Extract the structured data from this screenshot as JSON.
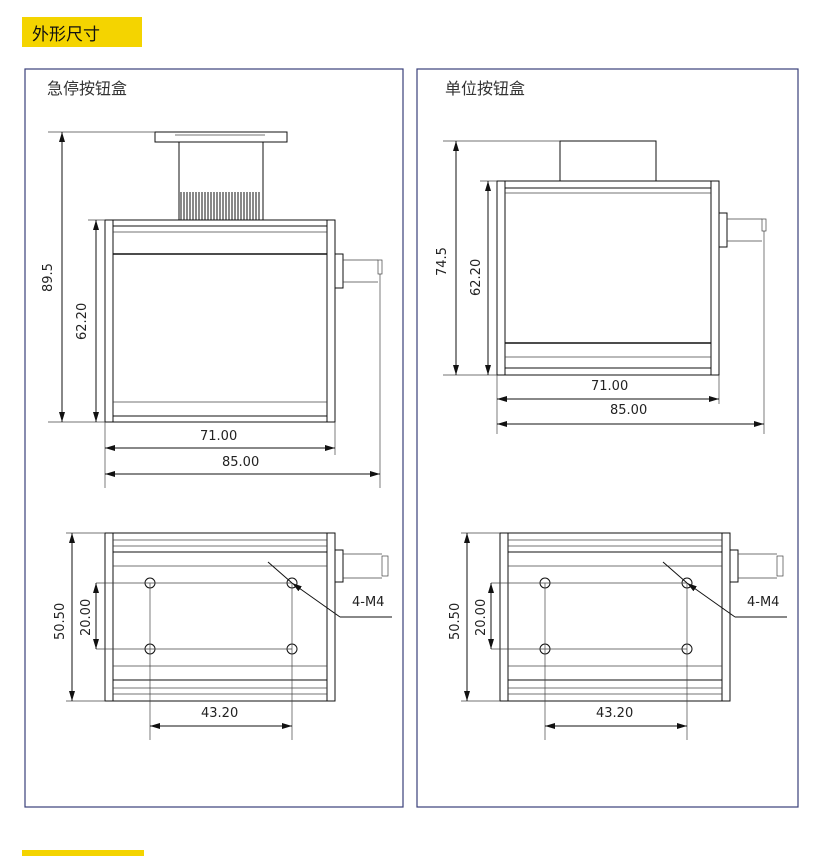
{
  "header": {
    "title": "外形尺寸"
  },
  "panels": [
    {
      "title": "急停按钮盒",
      "dims": {
        "total_height": "89.5",
        "body_height": "62.20",
        "inner_width": "71.00",
        "outer_width": "85.00",
        "bottom_height": "50.50",
        "hole_spacing_v": "20.00",
        "hole_spacing_h": "43.20",
        "hole_label": "4-M4"
      }
    },
    {
      "title": "单位按钮盒",
      "dims": {
        "total_height": "74.5",
        "body_height": "62.20",
        "inner_width": "71.00",
        "outer_width": "85.00",
        "bottom_height": "50.50",
        "hole_spacing_v": "20.00",
        "hole_spacing_h": "43.20",
        "hole_label": "4-M4"
      }
    }
  ]
}
